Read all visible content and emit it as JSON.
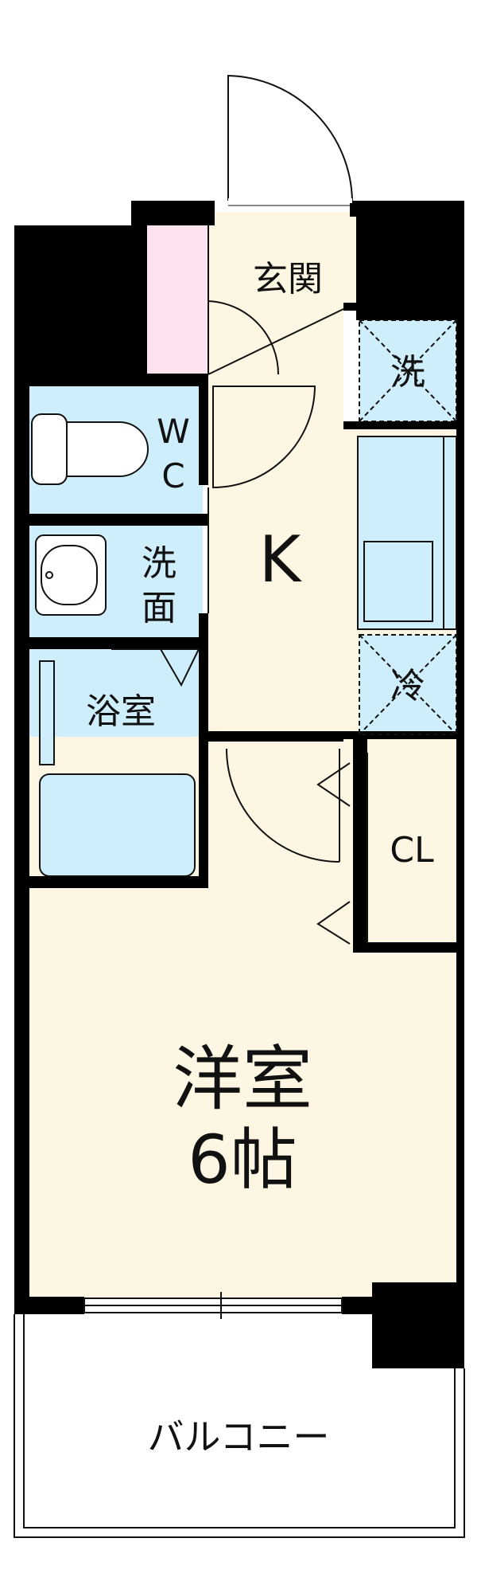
{
  "floorplan": {
    "rooms": {
      "genkan": "玄関",
      "wc_1": "W",
      "wc_2": "C",
      "senmen_1": "洗",
      "senmen_2": "面",
      "yokushitsu": "浴室",
      "kitchen": "K",
      "washer": "洗",
      "fridge": "冷",
      "closet": "CL",
      "western_room_1": "洋室",
      "western_room_2": "6帖",
      "balcony": "バルコニー"
    },
    "colors": {
      "wall": "#000000",
      "floor": "#fdf6e3",
      "wet_area": "#cfeefb",
      "storage": "#fde3ef",
      "line": "#111111"
    }
  }
}
